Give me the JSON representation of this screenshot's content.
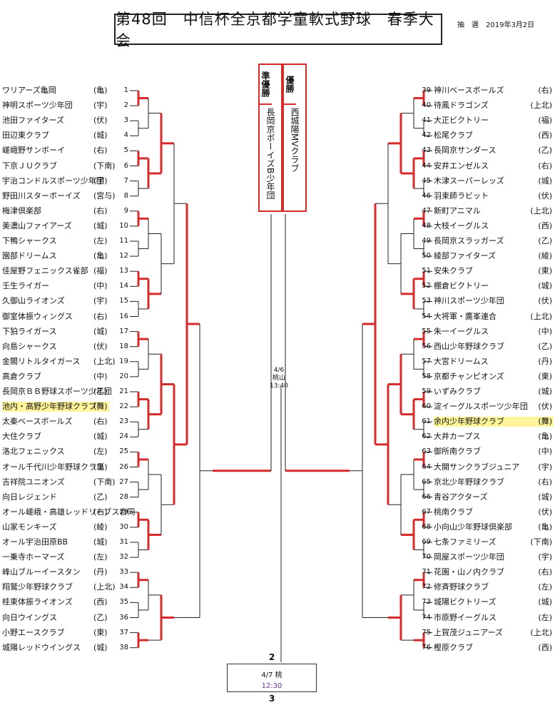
{
  "title": "第48回　中信杯全京都学童軟式野球　春季大会",
  "draw_date": "抽　選　2019年3月2日",
  "champions": {
    "runner_up_label": "準優勝",
    "runner_up_team": "長岡京ボーイズB少年団",
    "winner_label": "優勝",
    "winner_team": "西城陽MVクラブ"
  },
  "center": {
    "date": "4/6",
    "venue": "桃山",
    "time": "13:40"
  },
  "final_box": {
    "line1": "4/7 桃",
    "line2": "12:30"
  },
  "final_top_num": "2",
  "final_bottom_num": "3",
  "left_teams": [
    {
      "n": "1",
      "name": "ワリアーズ亀岡",
      "aff": "(亀)"
    },
    {
      "n": "2",
      "name": "神明スポーツ少年団",
      "aff": "(宇)"
    },
    {
      "n": "3",
      "name": "池田ファイターズ",
      "aff": "(伏)"
    },
    {
      "n": "4",
      "name": "田辺東クラブ",
      "aff": "(城)"
    },
    {
      "n": "5",
      "name": "嵯峨野サンボーイ",
      "aff": "(右)"
    },
    {
      "n": "6",
      "name": "下京ＪＵクラブ",
      "aff": "(下南)"
    },
    {
      "n": "7",
      "name": "宇治コンドルスポーツ少年団",
      "aff": "(宇)"
    },
    {
      "n": "8",
      "name": "野田川スターボーイズ",
      "aff": "(宮与)"
    },
    {
      "n": "9",
      "name": "梅津倶楽部",
      "aff": "(右)"
    },
    {
      "n": "10",
      "name": "美濃山ファイアーズ",
      "aff": "(城)"
    },
    {
      "n": "11",
      "name": "下鴨シャークス",
      "aff": "(左)"
    },
    {
      "n": "12",
      "name": "園部ドリームス",
      "aff": "(亀)"
    },
    {
      "n": "13",
      "name": "佳屋野フェニックス雀部",
      "aff": "(福)"
    },
    {
      "n": "14",
      "name": "壬生ライガー",
      "aff": "(中)"
    },
    {
      "n": "15",
      "name": "久御山ライオンズ",
      "aff": "(宇)"
    },
    {
      "n": "16",
      "name": "御室体振ウィングス",
      "aff": "(右)"
    },
    {
      "n": "17",
      "name": "下狛ライガース",
      "aff": "(城)"
    },
    {
      "n": "18",
      "name": "向島シャークス",
      "aff": "(伏)"
    },
    {
      "n": "19",
      "name": "金閣リトルタイガース",
      "aff": "(上北)"
    },
    {
      "n": "20",
      "name": "高倉クラブ",
      "aff": "(中)"
    },
    {
      "n": "21",
      "name": "長岡京ＢＢ野球スポーツ少年団",
      "aff": "(乙)"
    },
    {
      "n": "22",
      "name": "池内・高野少年野球クラブ",
      "aff": "(舞)"
    },
    {
      "n": "23",
      "name": "太秦ベースボールズ",
      "aff": "(右)"
    },
    {
      "n": "24",
      "name": "大住クラブ",
      "aff": "(城)"
    },
    {
      "n": "25",
      "name": "洛北フェニックス",
      "aff": "(左)"
    },
    {
      "n": "26",
      "name": "オール千代川少年野球クラブ",
      "aff": "(亀)"
    },
    {
      "n": "27",
      "name": "吉祥院ユニオンズ",
      "aff": "(下南)"
    },
    {
      "n": "28",
      "name": "向日レジェンド",
      "aff": "(乙)"
    },
    {
      "n": "29",
      "name": "オール嵯峨・高雄レッドリーブス合同",
      "aff": "(右)"
    },
    {
      "n": "30",
      "name": "山家モンキーズ",
      "aff": "(綾)"
    },
    {
      "n": "31",
      "name": "オール宇治田原BB",
      "aff": "(城)"
    },
    {
      "n": "32",
      "name": "一乗寺ホーマーズ",
      "aff": "(左)"
    },
    {
      "n": "33",
      "name": "峰山ブルーイースタン",
      "aff": "(丹)"
    },
    {
      "n": "34",
      "name": "翔鷲少年野球クラブ",
      "aff": "(上北)"
    },
    {
      "n": "35",
      "name": "桂東体振ライオンズ",
      "aff": "(西)"
    },
    {
      "n": "36",
      "name": "向日ウイングス",
      "aff": "(乙)"
    },
    {
      "n": "37",
      "name": "小野エースクラブ",
      "aff": "(東)"
    },
    {
      "n": "38",
      "name": "城陽レッドウイングス",
      "aff": "(城)"
    }
  ],
  "right_teams": [
    {
      "n": "39",
      "name": "神川ベースボールズ",
      "aff": "(右)"
    },
    {
      "n": "40",
      "name": "待鳳ドラゴンズ",
      "aff": "(上北)"
    },
    {
      "n": "41",
      "name": "大正ビクトリー",
      "aff": "(福)"
    },
    {
      "n": "42",
      "name": "松尾クラブ",
      "aff": "(西)"
    },
    {
      "n": "43",
      "name": "長岡京サンダース",
      "aff": "(乙)"
    },
    {
      "n": "44",
      "name": "安井エンゼルス",
      "aff": "(右)"
    },
    {
      "n": "45",
      "name": "木津スーパーレッズ",
      "aff": "(城)"
    },
    {
      "n": "46",
      "name": "羽束師ラビット",
      "aff": "(伏)"
    },
    {
      "n": "47",
      "name": "新町アニマル",
      "aff": "(上北)"
    },
    {
      "n": "48",
      "name": "大枝イーグルス",
      "aff": "(西)"
    },
    {
      "n": "49",
      "name": "長岡京スラッガーズ",
      "aff": "(乙)"
    },
    {
      "n": "50",
      "name": "綾部ファイターズ",
      "aff": "(綾)"
    },
    {
      "n": "51",
      "name": "安朱クラブ",
      "aff": "(東)"
    },
    {
      "n": "52",
      "name": "棚倉ビクトリー",
      "aff": "(城)"
    },
    {
      "n": "53",
      "name": "神川スポーツ少年団",
      "aff": "(伏)"
    },
    {
      "n": "54",
      "name": "大将軍・鷹峯連合",
      "aff": "(上北)"
    },
    {
      "n": "55",
      "name": "朱一イーグルス",
      "aff": "(中)"
    },
    {
      "n": "56",
      "name": "西山少年野球クラブ",
      "aff": "(乙)"
    },
    {
      "n": "57",
      "name": "大宮ドリームス",
      "aff": "(丹)"
    },
    {
      "n": "58",
      "name": "京都チャンピオンズ",
      "aff": "(東)"
    },
    {
      "n": "59",
      "name": "いずみクラブ",
      "aff": "(城)"
    },
    {
      "n": "60",
      "name": "淀イーグルスポーツ少年団",
      "aff": "(伏)"
    },
    {
      "n": "61",
      "name": "余内少年野球クラブ",
      "aff": "(舞)"
    },
    {
      "n": "62",
      "name": "大井カープス",
      "aff": "(亀)"
    },
    {
      "n": "63",
      "name": "御所南クラブ",
      "aff": "(中)"
    },
    {
      "n": "64",
      "name": "大開サンクラブジュニア",
      "aff": "(宇)"
    },
    {
      "n": "65",
      "name": "京北少年野球クラブ",
      "aff": "(右)"
    },
    {
      "n": "66",
      "name": "青谷アクターズ",
      "aff": "(城)"
    },
    {
      "n": "67",
      "name": "桃南クラブ",
      "aff": "(伏)"
    },
    {
      "n": "68",
      "name": "小向山少年野球倶楽部",
      "aff": "(亀)"
    },
    {
      "n": "69",
      "name": "七条ファミリーズ",
      "aff": "(下南)"
    },
    {
      "n": "70",
      "name": "岡屋スポーツ少年団",
      "aff": "(宇)"
    },
    {
      "n": "71",
      "name": "花園・山ノ内クラブ",
      "aff": "(右)"
    },
    {
      "n": "72",
      "name": "修斉野球クラブ",
      "aff": "(左)"
    },
    {
      "n": "73",
      "name": "城陽ビクトリーズ",
      "aff": "(城)"
    },
    {
      "n": "74",
      "name": "市原野イーグルス",
      "aff": "(左)"
    },
    {
      "n": "75",
      "name": "上賀茂ジュニアーズ",
      "aff": "(上北)"
    },
    {
      "n": "76",
      "name": "樫原クラブ",
      "aff": "(西)"
    }
  ],
  "highlighted": [
    "22",
    "61"
  ],
  "colors": {
    "win_line": "#d62b2b",
    "line": "#222222",
    "highlight": "#fff59a"
  }
}
